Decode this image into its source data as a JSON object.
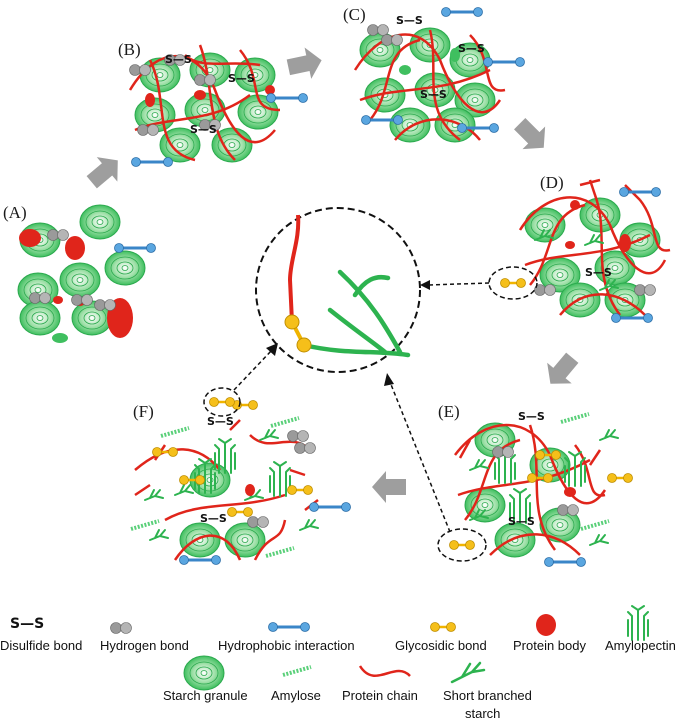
{
  "stages": {
    "a": "(A)",
    "b": "(B)",
    "c": "(C)",
    "d": "(D)",
    "e": "(E)",
    "f": "(F)"
  },
  "bond_label": "S—S",
  "legend": {
    "disulfide_symbol": "S—S",
    "disulfide": "Disulfide bond",
    "hydrogen": "Hydrogen bond",
    "hydrophobic": "Hydrophobic interaction",
    "glycosidic": "Glycosidic bond",
    "protein_body": "Protein body",
    "amylopectin": "Amylopectin",
    "starch_granule": "Starch granule",
    "amylose": "Amylose",
    "protein_chain": "Protein chain",
    "short_branched_line1": "Short branched",
    "short_branched_line2": "starch"
  },
  "colors": {
    "protein": "#e0251b",
    "starch": "#3fbf5f",
    "starch_dark": "#1e9a45",
    "hydrogen": "#9a9a9a",
    "hydrophobic_line": "#3a86c8",
    "hydrophobic_dot": "#5aa6e0",
    "glycosidic": "#f0b400",
    "arrow": "#9e9e9e"
  }
}
